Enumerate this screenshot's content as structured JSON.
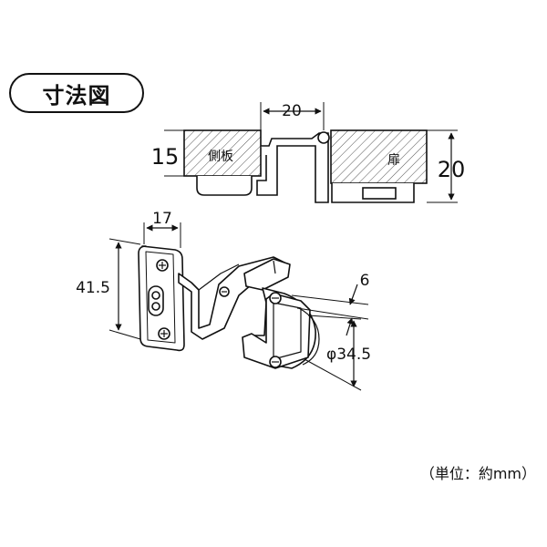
{
  "title": "寸法図",
  "labels": {
    "side_panel": "側板",
    "door": "扉",
    "dim_gap": "20",
    "dim_panel_thickness": "15",
    "dim_door_thickness": "20",
    "dim_plate_width": "17",
    "dim_plate_height": "41.5",
    "dim_cup_depth": "6",
    "dim_cup_diameter": "φ34.5"
  },
  "unit_note": "（単位：約mm）"
}
